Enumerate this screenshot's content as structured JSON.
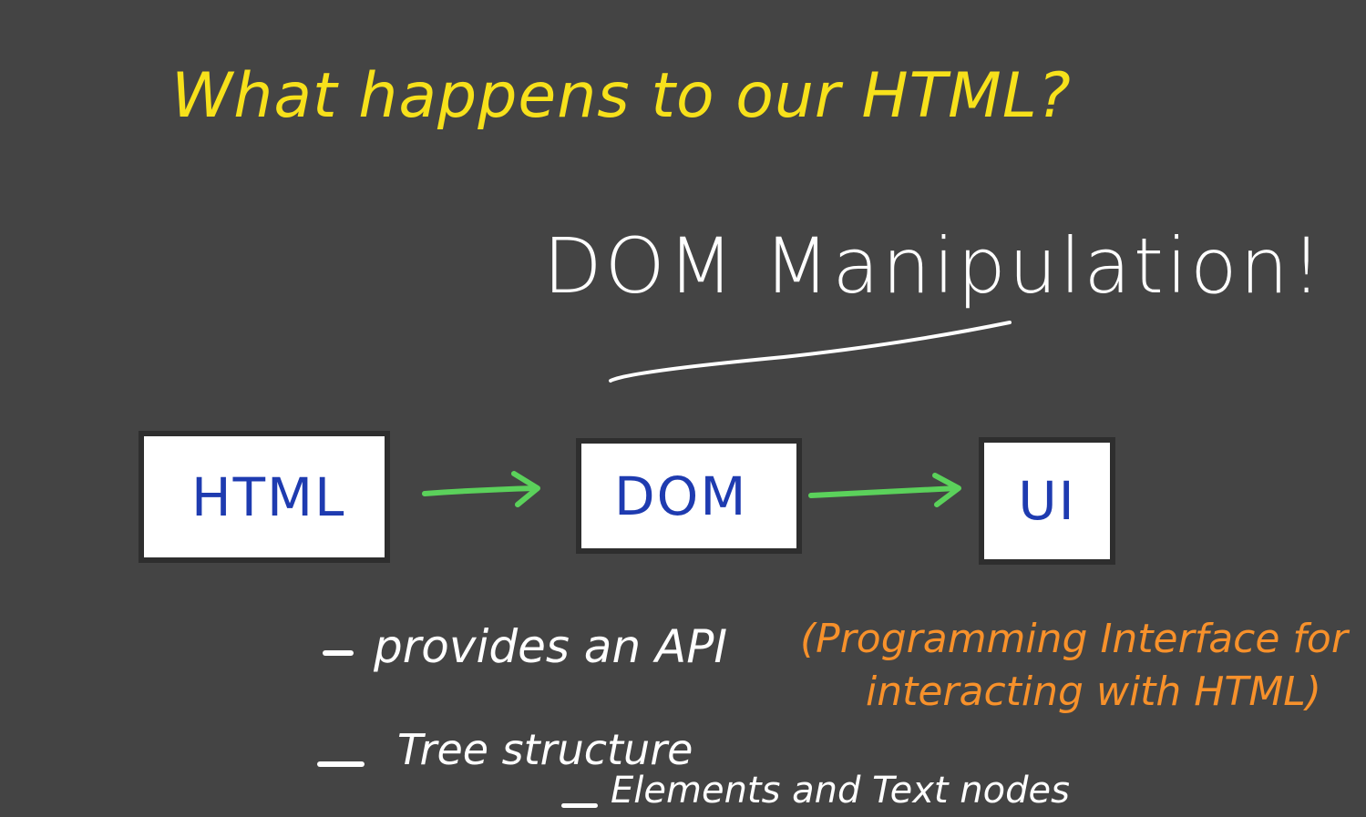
{
  "title": "What happens to our HTML?",
  "subtitle": "DOM Manipulation!",
  "boxes": {
    "html": "HTML",
    "dom": "DOM",
    "ui": "UI"
  },
  "bullets": {
    "api": "provides an API",
    "api_note_line1": "(Programming Interface for",
    "api_note_line2": "interacting with HTML)",
    "tree": "Tree structure",
    "tree_sub": "Elements and Text nodes"
  },
  "colors": {
    "background": "#444444",
    "title": "#f7e11b",
    "box_text": "#1e3bb0",
    "arrow": "#5bd15b",
    "note": "#f7912b",
    "text": "#ffffff"
  }
}
